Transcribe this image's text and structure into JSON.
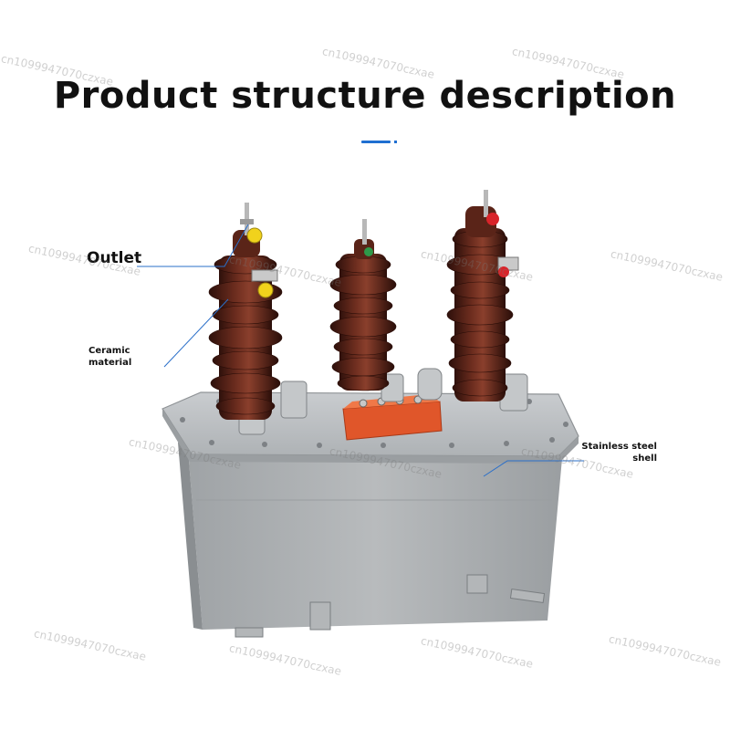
{
  "title": "Product structure description",
  "labels": {
    "outlet": "Outlet",
    "ceramic": "Ceramic material",
    "shell": "Stainless steel shell"
  },
  "watermark": "cn1099947070czxae",
  "colors": {
    "accent": "#1f6fd1",
    "ceramic": "#5a2418",
    "tank": "#a8abad"
  }
}
